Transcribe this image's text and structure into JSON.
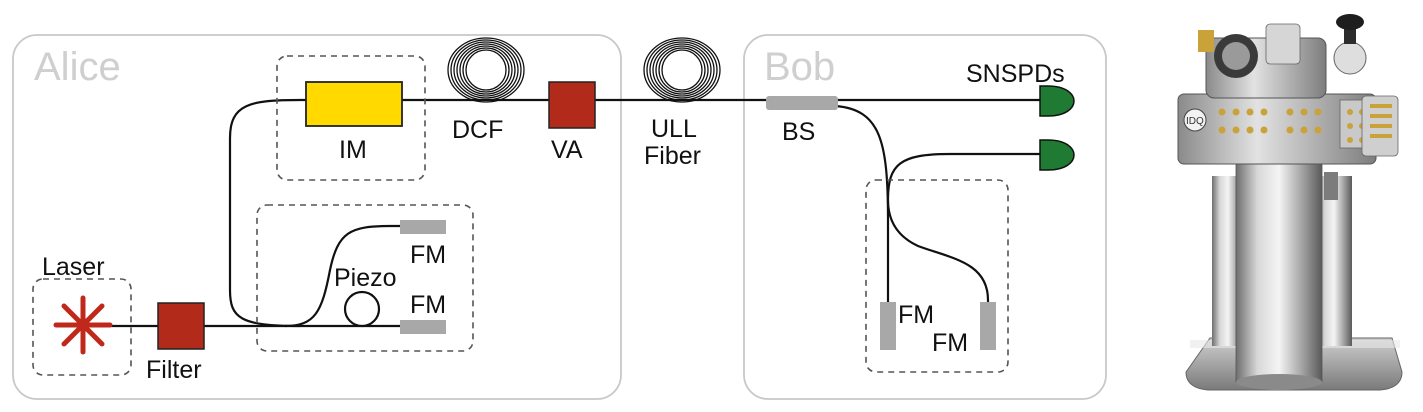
{
  "panels": {
    "alice": "Alice",
    "bob": "Bob"
  },
  "labels": {
    "laser": "Laser",
    "filter": "Filter",
    "im": "IM",
    "dcf": "DCF",
    "va": "VA",
    "ull_line1": "ULL",
    "ull_line2": "Fiber",
    "piezo": "Piezo",
    "fm_alice_top": "FM",
    "fm_alice_bottom": "FM",
    "bs": "BS",
    "snspds": "SNSPDs",
    "fm_bob_left": "FM",
    "fm_bob_right": "FM"
  },
  "photo": {
    "logo_text": "IDQ"
  },
  "colors": {
    "modulator": "#ffd900",
    "red_component": "#b22a1a",
    "detector": "#1f7a33",
    "mirror": "#a8a8a8",
    "panel_label": "#cfcfcf",
    "laser_star": "#c0281c"
  }
}
